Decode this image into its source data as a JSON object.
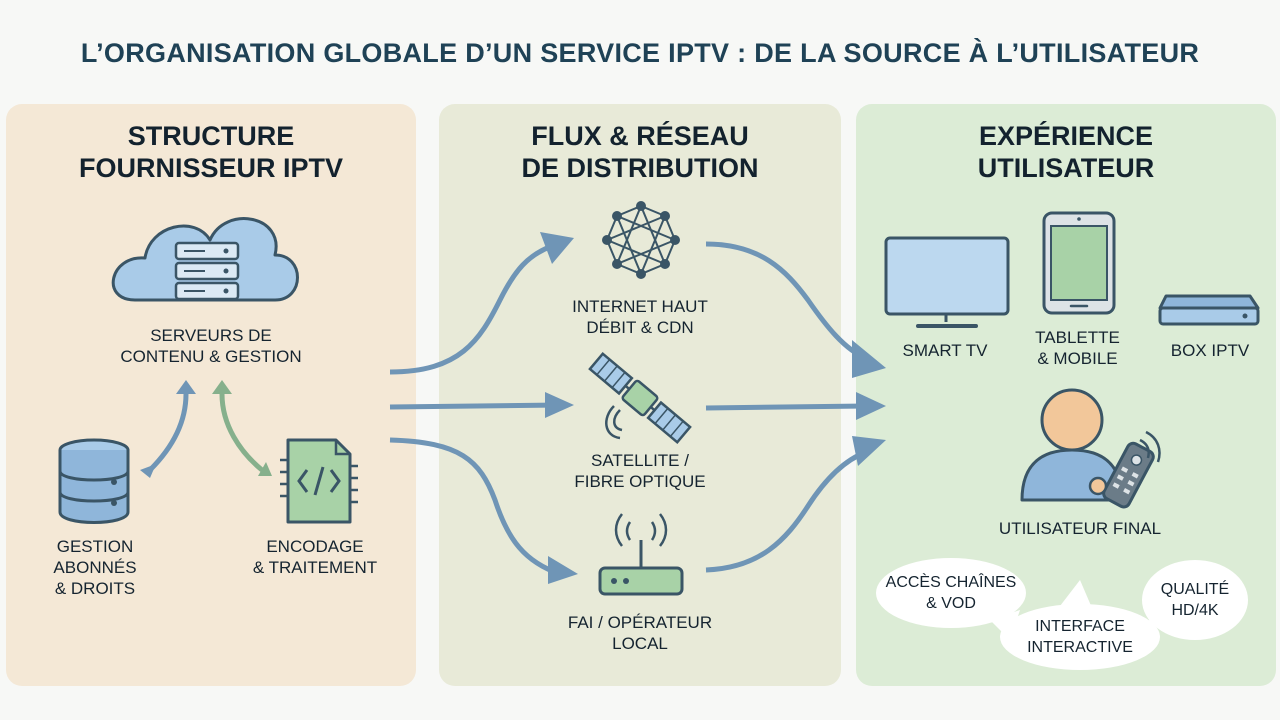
{
  "title": "L’ORGANISATION GLOBALE D’UN SERVICE IPTV : DE LA SOURCE À L’UTILISATEUR",
  "panels": {
    "provider": {
      "title_line1": "STRUCTURE",
      "title_line2": "FOURNISSEUR IPTV",
      "servers_line1": "SERVEURS DE",
      "servers_line2": "CONTENU & GESTION",
      "subs_line1": "GESTION",
      "subs_line2": "ABONNÉS",
      "subs_line3": "& DROITS",
      "encoding_line1": "ENCODAGE",
      "encoding_line2": "& TRAITEMENT"
    },
    "network": {
      "title_line1": "FLUX & RÉSEAU",
      "title_line2": "DE DISTRIBUTION",
      "internet_line1": "INTERNET HAUT",
      "internet_line2": "DÉBIT & CDN",
      "satellite_line1": "SATELLITE /",
      "satellite_line2": "FIBRE OPTIQUE",
      "isp_line1": "FAI / OPÉRATEUR",
      "isp_line2": "LOCAL"
    },
    "user": {
      "title_line1": "EXPÉRIENCE",
      "title_line2": "UTILISATEUR",
      "smart_tv": "SMART TV",
      "tablet_line1": "TABLETTE",
      "tablet_line2": "& MOBILE",
      "box": "BOX IPTV",
      "end_user": "UTILISATEUR FINAL",
      "bubble_channels_line1": "ACCÈS CHAÎNES",
      "bubble_channels_line2": "& VOD",
      "bubble_interface_line1": "INTERFACE",
      "bubble_interface_line2": "INTERACTIVE",
      "bubble_quality_line1": "QUALITÉ",
      "bubble_quality_line2": "HD/4K"
    }
  },
  "colors": {
    "provider_bg": "#f4e8d6",
    "network_bg": "#e8ead8",
    "user_bg": "#dcecd6",
    "arrow_blue": "#6f95b6",
    "arrow_green": "#86b08c",
    "icon_blue": "#9ec3e3",
    "icon_green": "#9ccf9f",
    "outline": "#3a5566"
  },
  "icons": [
    "cloud-server-icon",
    "database-icon",
    "code-file-icon",
    "network-mesh-icon",
    "satellite-icon",
    "router-icon",
    "smart-tv-icon",
    "tablet-icon",
    "set-top-box-icon",
    "user-with-remote-icon"
  ]
}
